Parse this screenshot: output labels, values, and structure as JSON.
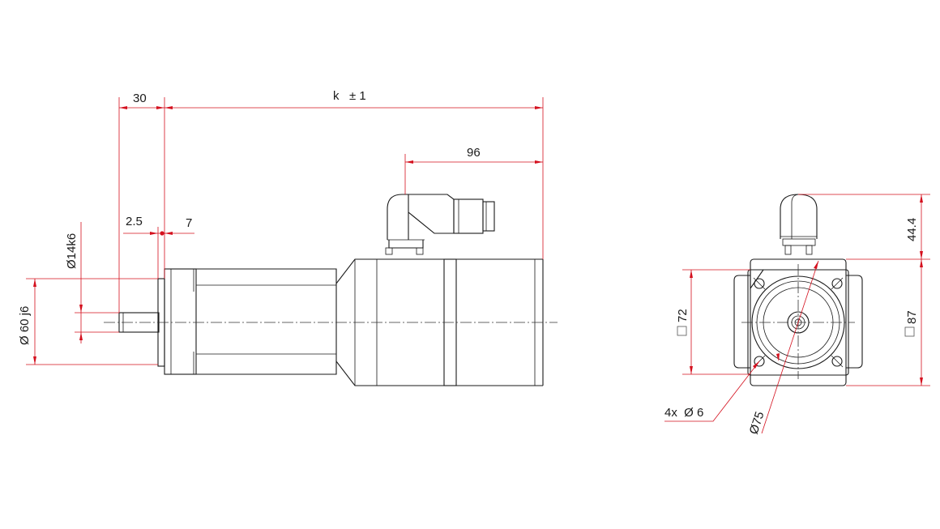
{
  "side_view": {
    "dim_shaft_length": "30",
    "dim_overall_length": "k   ± 1",
    "dim_connector_offset": "96",
    "dim_pilot_depth": "2.5",
    "dim_flange_thickness": "7",
    "dim_shaft_diameter": "Ø14k6",
    "dim_pilot_diameter": "Ø 60 j6"
  },
  "front_view": {
    "dim_connector_height": "44.4",
    "dim_square_inner": "72",
    "dim_square_outer": "87",
    "dim_hole_pattern": "4x  Ø 6",
    "dim_bolt_circle": "Ø75"
  },
  "colors": {
    "dimension": "#d4101e",
    "outline": "#1a1a1a"
  }
}
